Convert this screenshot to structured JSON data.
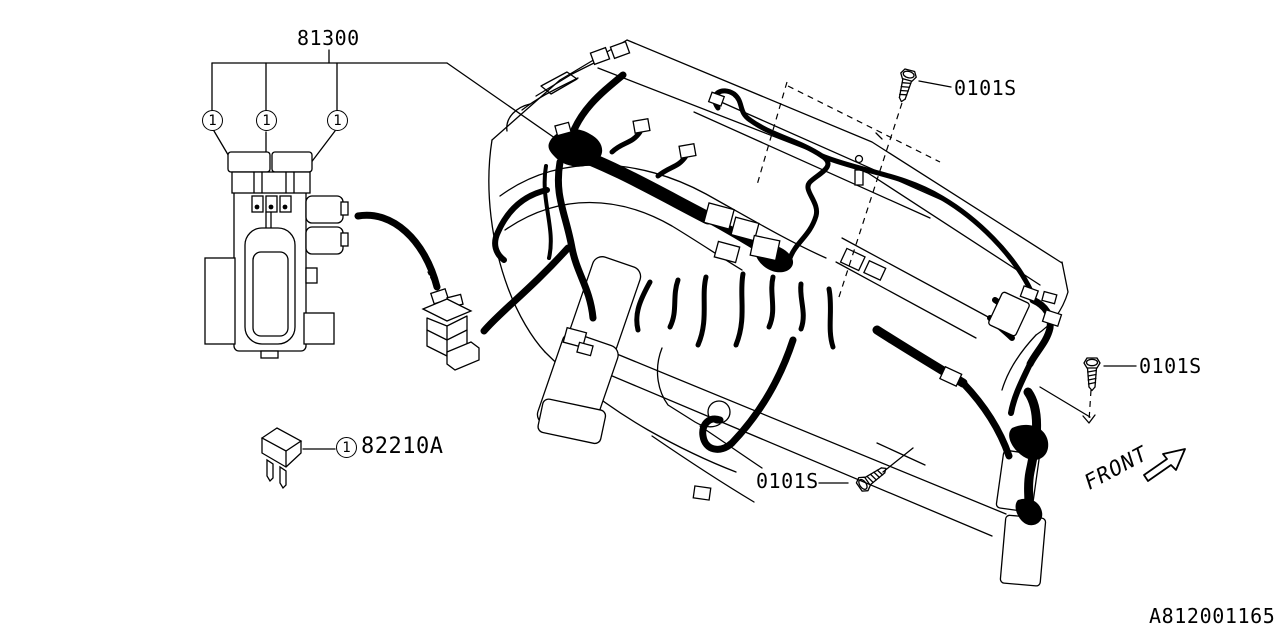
{
  "diagram": {
    "background_color": "#ffffff",
    "line_color": "#000000",
    "diagram_id": "A812001165"
  },
  "labels": {
    "harness_part": "81300",
    "fuse_part": "82210A",
    "screw_top": "0101S",
    "screw_right": "0101S",
    "screw_bottom": "0101S",
    "front": "FRONT",
    "diagram_id": "A812001165"
  },
  "callouts": {
    "harness_a": "1",
    "harness_b": "1",
    "harness_c": "1",
    "fuse": "1"
  },
  "icons": {
    "screw": "hex-head-screw-icon",
    "front_arrow": "front-direction-arrow-icon"
  }
}
